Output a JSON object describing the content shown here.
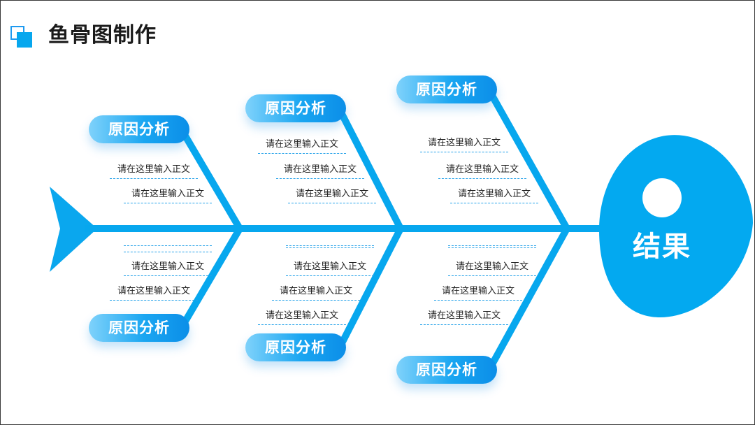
{
  "header": {
    "title": "鱼骨图制作",
    "icon": "overlapping-squares-icon"
  },
  "colors": {
    "bone": "#07a7ee",
    "head": "#03a9f0",
    "eye": "#ffffff",
    "note_line": "#23a1e9"
  },
  "result": {
    "label": "结果"
  },
  "causes": [
    {
      "label": "原因分析",
      "notes": [
        "请在这里输入正文",
        "请在这里输入正文"
      ]
    },
    {
      "label": "原因分析",
      "notes": [
        "请在这里输入正文",
        "请在这里输入正文",
        "请在这里输入正文"
      ]
    },
    {
      "label": "原因分析",
      "notes": [
        "请在这里输入正文",
        "请在这里输入正文",
        "请在这里输入正文"
      ]
    },
    {
      "label": "原因分析",
      "notes": [
        "请在这里输入正文",
        "请在这里输入正文"
      ]
    },
    {
      "label": "原因分析",
      "notes": [
        "请在这里输入正文",
        "请在这里输入正文",
        "请在这里输入正文"
      ]
    },
    {
      "label": "原因分析",
      "notes": [
        "请在这里输入正文",
        "请在这里输入正文",
        "请在这里输入正文"
      ]
    }
  ]
}
